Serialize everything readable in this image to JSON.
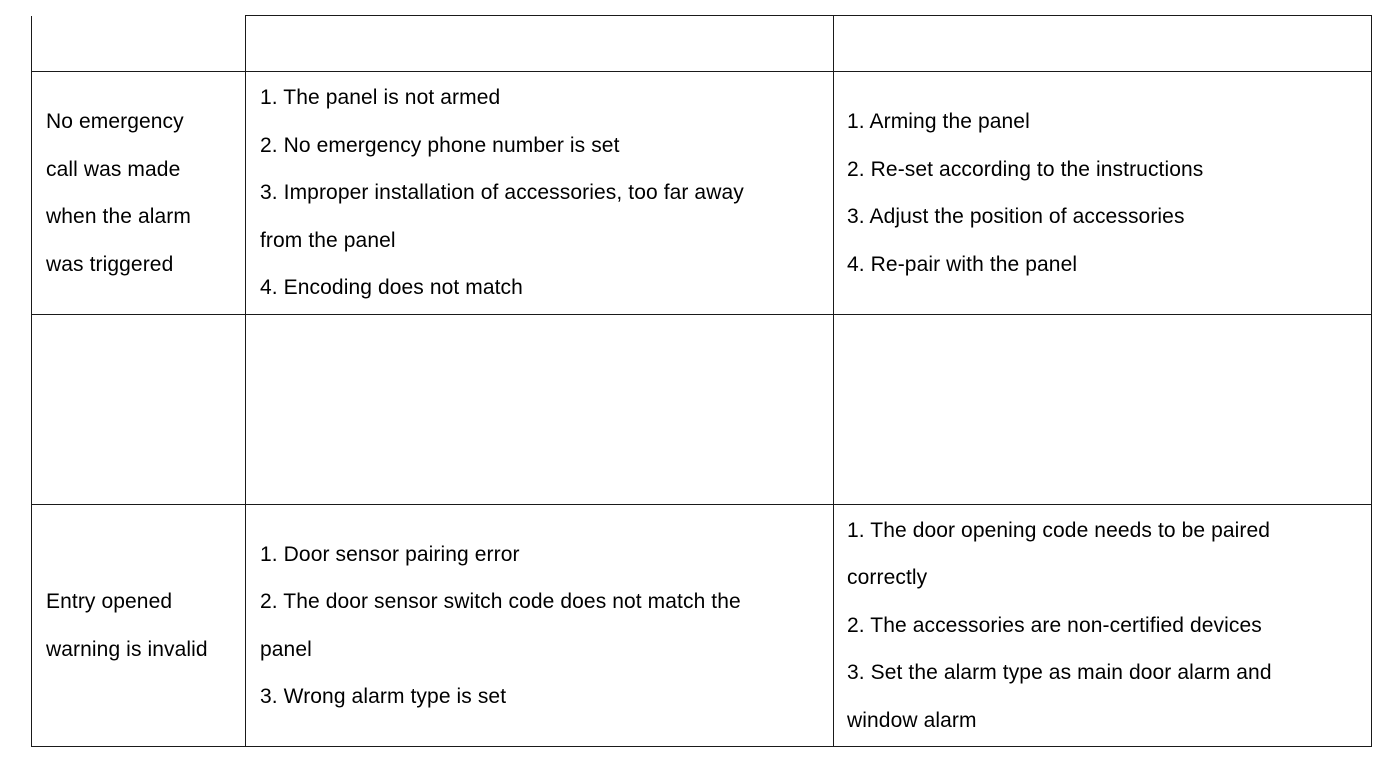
{
  "document": {
    "type": "troubleshooting-table",
    "background_color": "#ffffff",
    "text_color": "#000000",
    "border_color": "#1a1a1a"
  },
  "table": {
    "column_count": 3,
    "row_count": 4,
    "rows": [
      {
        "id": "row-1-spacer",
        "kind": "empty",
        "cells": [
          {
            "id": "r1c1",
            "lines": []
          },
          {
            "id": "r1c2",
            "lines": []
          },
          {
            "id": "r1c3",
            "lines": []
          }
        ]
      },
      {
        "id": "row-2-no-emergency-call",
        "kind": "content",
        "cells": [
          {
            "id": "r2c1",
            "lines": [
              "No emergency",
              "call was made",
              "when the alarm",
              "was triggered"
            ]
          },
          {
            "id": "r2c2",
            "lines": [
              "1. The panel is not armed",
              "2. No emergency phone number is set",
              "3. Improper installation of accessories, too far away",
              "from the panel",
              "4. Encoding does not match"
            ]
          },
          {
            "id": "r2c3",
            "lines": [
              "1. Arming the panel",
              "2. Re-set according to the instructions",
              "3. Adjust the position of accessories",
              "4. Re-pair with the panel"
            ]
          }
        ]
      },
      {
        "id": "row-3-spacer",
        "kind": "empty",
        "cells": [
          {
            "id": "r3c1",
            "lines": []
          },
          {
            "id": "r3c2",
            "lines": []
          },
          {
            "id": "r3c3",
            "lines": []
          }
        ]
      },
      {
        "id": "row-4-entry-opened-warning",
        "kind": "content",
        "cells": [
          {
            "id": "r4c1",
            "lines": [
              "Entry opened",
              "warning is invalid"
            ]
          },
          {
            "id": "r4c2",
            "lines": [
              "1. Door sensor pairing error",
              "2. The door sensor switch code does not match the",
              "panel",
              "3. Wrong alarm type is set"
            ]
          },
          {
            "id": "r4c3",
            "lines": [
              "1. The door opening code needs to be paired",
              "correctly",
              "2. The accessories are non-certified devices",
              "3. Set the alarm type as main door alarm and",
              "window alarm"
            ]
          }
        ]
      }
    ]
  }
}
